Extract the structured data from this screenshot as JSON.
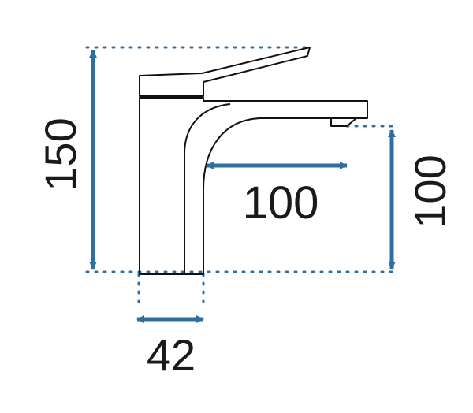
{
  "colors": {
    "arrow": "#2e6fa0",
    "outline": "#111111",
    "dots": "#2e6fa0",
    "text": "#1a1a1a",
    "background": "#ffffff"
  },
  "dimensions": {
    "total_height": "150",
    "spout_reach": "100",
    "spout_height": "100",
    "base_width": "42"
  }
}
